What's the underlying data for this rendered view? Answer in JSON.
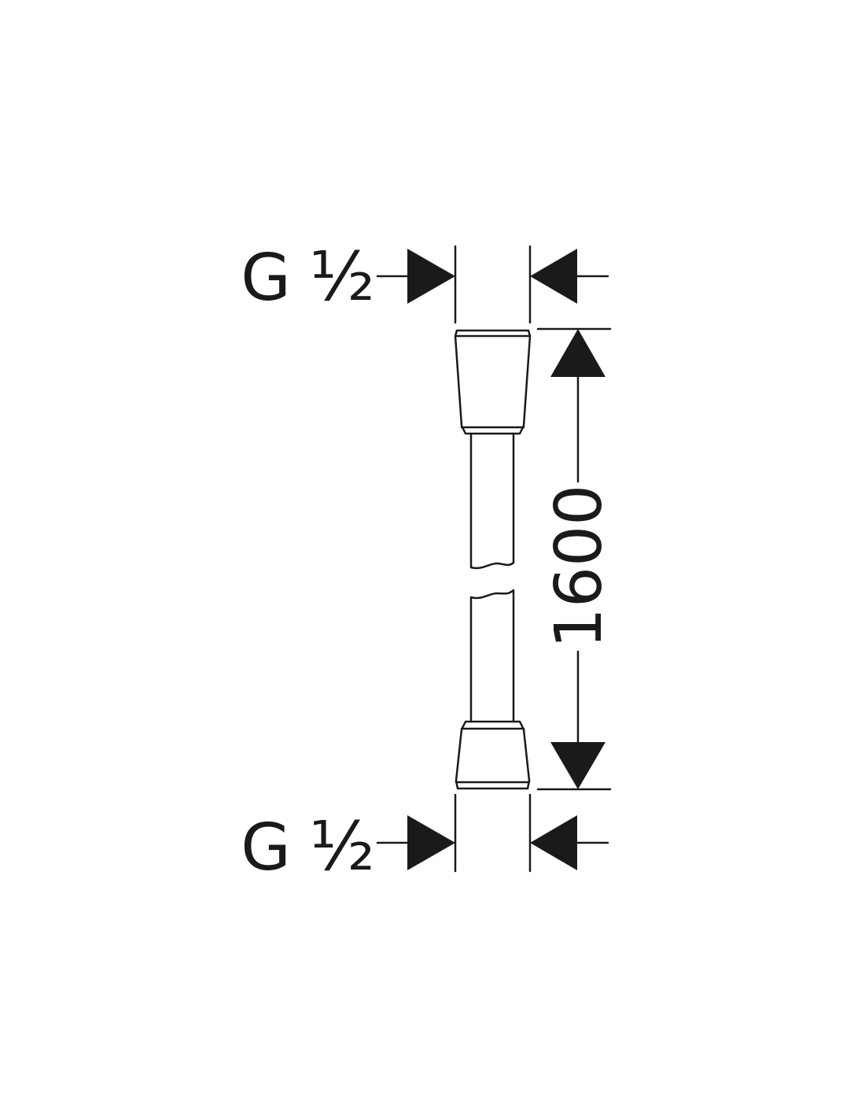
{
  "diagram": {
    "ink_color": "#1a1a1a",
    "background_color": "#ffffff",
    "top_thread": {
      "prefix": "G",
      "size": "½"
    },
    "bottom_thread": {
      "prefix": "G",
      "size": "½"
    },
    "length_dimension": "1600"
  }
}
